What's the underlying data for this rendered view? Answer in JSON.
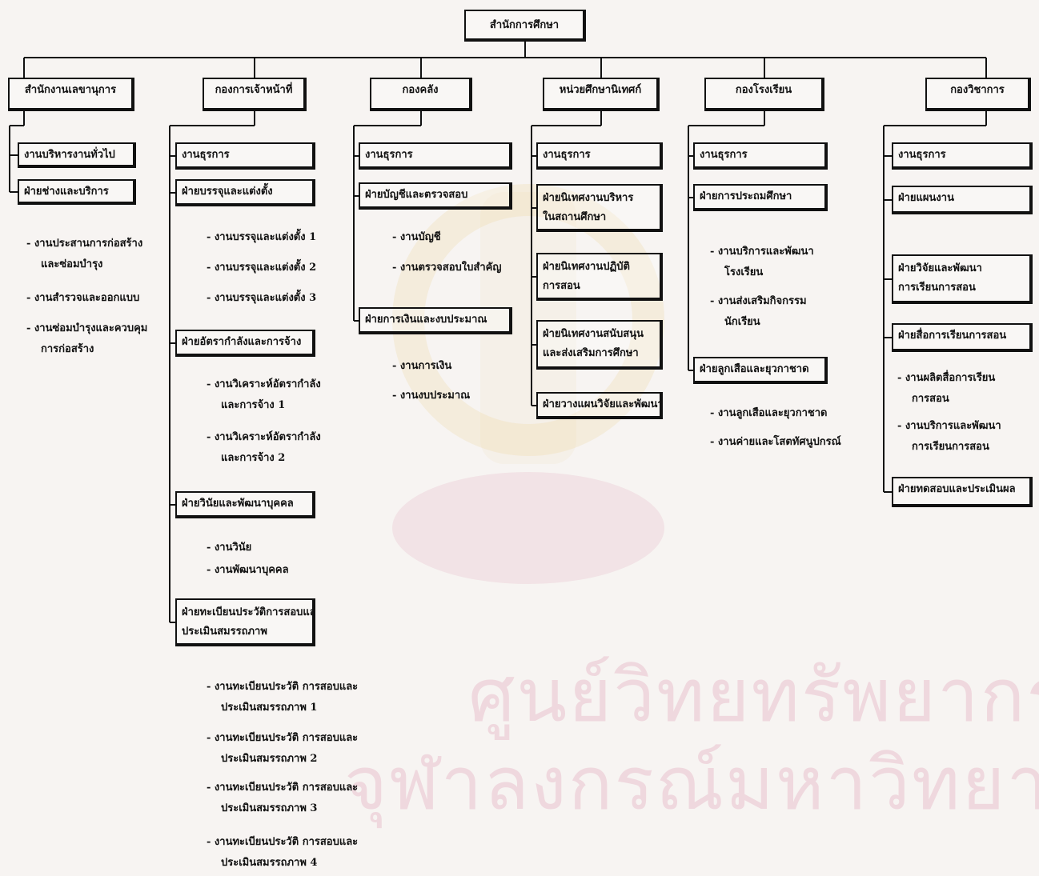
{
  "chart": {
    "root": "สำนักการศึกษา",
    "divisions": [
      {
        "title": "สำนักงานเลขานุการ",
        "units": [
          {
            "label": "งานบริหารงานทั่วไป",
            "items": []
          },
          {
            "label": "ฝ่ายช่างและบริการ",
            "items": [
              "- งานประสานการก่อสร้าง\nและซ่อมบำรุง",
              "- งานสำรวจและออกแบบ",
              "- งานซ่อมบำรุงและควบคุม\nการก่อสร้าง"
            ]
          }
        ]
      },
      {
        "title": "กองการเจ้าหน้าที่",
        "units": [
          {
            "label": "งานธุรการ",
            "items": []
          },
          {
            "label": "ฝ่ายบรรจุและแต่งตั้ง",
            "items": [
              "- งานบรรจุและแต่งตั้ง 1",
              "- งานบรรจุและแต่งตั้ง 2",
              "- งานบรรจุและแต่งตั้ง 3"
            ]
          },
          {
            "label": "ฝ่ายอัตรากำลังและการจ้าง",
            "items": [
              "- งานวิเคราะห์อัตรากำลัง\nและการจ้าง 1",
              "- งานวิเคราะห์อัตรากำลัง\nและการจ้าง 2"
            ]
          },
          {
            "label": "ฝ่ายวินัยและพัฒนาบุคคล",
            "items": [
              "- งานวินัย",
              "- งานพัฒนาบุคคล"
            ]
          },
          {
            "label": "ฝ่ายทะเบียนประวัติการสอบและ\nประเมินสมรรถภาพ",
            "items": [
              "- งานทะเบียนประวัติ การสอบและ\nประเมินสมรรถภาพ 1",
              "- งานทะเบียนประวัติ การสอบและ\nประเมินสมรรถภาพ 2",
              "- งานทะเบียนประวัติ การสอบและ\nประเมินสมรรถภาพ 3",
              "- งานทะเบียนประวัติ การสอบและ\nประเมินสมรรถภาพ 4"
            ]
          }
        ]
      },
      {
        "title": "กองคลัง",
        "units": [
          {
            "label": "งานธุรการ",
            "items": []
          },
          {
            "label": "ฝ่ายบัญชีและตรวจสอบ",
            "items": [
              "- งานบัญชี",
              "- งานตรวจสอบใบสำคัญ"
            ]
          },
          {
            "label": "ฝ่ายการเงินและงบประมาณ",
            "items": [
              "- งานการเงิน",
              "- งานงบประมาณ"
            ]
          }
        ]
      },
      {
        "title": "หน่วยศึกษานิเทศก์",
        "units": [
          {
            "label": "งานธุรการ",
            "items": []
          },
          {
            "label": "ฝ่ายนิเทศงานบริหาร\nในสถานศึกษา",
            "items": []
          },
          {
            "label": "ฝ่ายนิเทศงานปฏิบัติ\nการสอน",
            "items": []
          },
          {
            "label": "ฝ่ายนิเทศงานสนับสนุน\nและส่งเสริมการศึกษา",
            "items": []
          },
          {
            "label": "ฝ่ายวางแผนวิจัยและพัฒนา",
            "items": []
          }
        ]
      },
      {
        "title": "กองโรงเรียน",
        "units": [
          {
            "label": "งานธุรการ",
            "items": []
          },
          {
            "label": "ฝ่ายการประถมศึกษา",
            "items": [
              "- งานบริการและพัฒนา\nโรงเรียน",
              "- งานส่งเสริมกิจกรรม\nนักเรียน"
            ]
          },
          {
            "label": "ฝ่ายลูกเสือและยุวกาชาด",
            "items": [
              "- งานลูกเสือและยุวกาชาด",
              "- งานค่ายและโสตทัศนูปกรณ์"
            ]
          }
        ]
      },
      {
        "title": "กองวิชาการ",
        "units": [
          {
            "label": "งานธุรการ",
            "items": []
          },
          {
            "label": "ฝ่ายแผนงาน",
            "items": []
          },
          {
            "label": "ฝ่ายวิจัยและพัฒนา\nการเรียนการสอน",
            "items": []
          },
          {
            "label": "ฝ่ายสื่อการเรียนการสอน",
            "items": [
              "- งานผลิตสื่อการเรียน\nการสอน",
              "- งานบริการและพัฒนา\nการเรียนการสอน"
            ]
          },
          {
            "label": "ฝ่ายทดสอบและประเมินผล",
            "items": []
          }
        ]
      }
    ]
  },
  "watermark": {
    "line1": "ศูนย์วิทยทรัพยากร",
    "line2": "จุฬาลงกรณ์มหาวิทยาลัย"
  },
  "colors": {
    "ink": "#111111",
    "paper": "#f7f4f2",
    "watermark": "#d6789699"
  }
}
